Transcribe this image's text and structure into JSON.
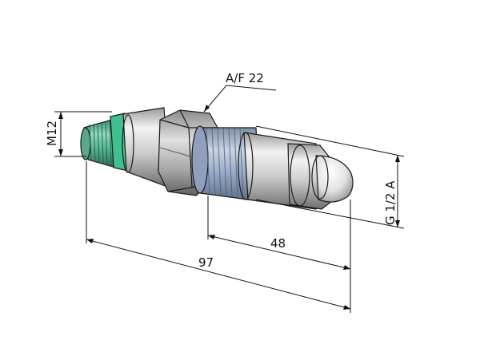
{
  "labels": {
    "across_flats": "A/F 22",
    "thread_left": "M12",
    "thread_right": "G 1/2 A",
    "length_overall": "97",
    "length_partial": "48"
  },
  "colors": {
    "body_light": "#e6e6e6",
    "body_mid": "#b8b8b8",
    "body_dark": "#7a7a7a",
    "thread_green": "#4fbf95",
    "thread_blue": "#8fa4c0",
    "seal_ring": "#41c08f",
    "line": "#111111"
  }
}
